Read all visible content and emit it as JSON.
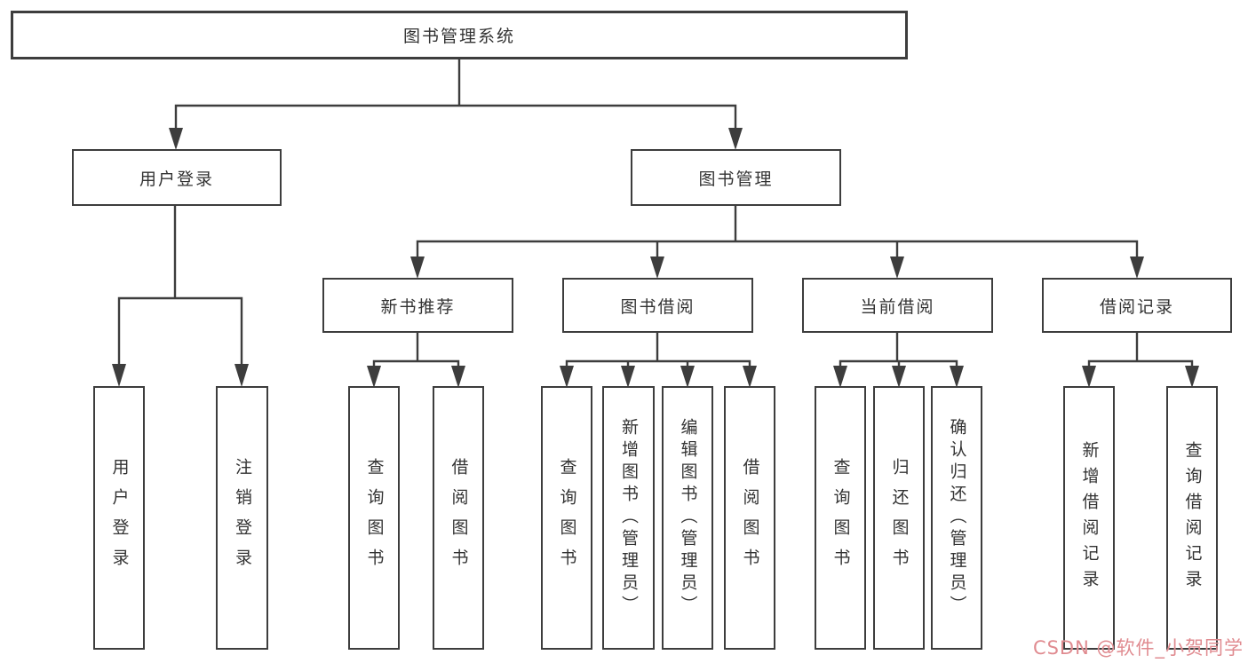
{
  "diagram": {
    "root": {
      "label": "图书管理系统"
    },
    "branches": [
      {
        "label": "用户登录",
        "children": [
          {
            "label": "用户登录"
          },
          {
            "label": "注销登录"
          }
        ]
      },
      {
        "label": "图书管理",
        "children": [
          {
            "label": "新书推荐",
            "children": [
              {
                "label": "查询图书"
              },
              {
                "label": "借阅图书"
              }
            ]
          },
          {
            "label": "图书借阅",
            "children": [
              {
                "label": "查询图书"
              },
              {
                "label": "新增图书（管理员）"
              },
              {
                "label": "编辑图书（管理员）"
              },
              {
                "label": "借阅图书"
              }
            ]
          },
          {
            "label": "当前借阅",
            "children": [
              {
                "label": "查询图书"
              },
              {
                "label": "归还图书"
              },
              {
                "label": "确认归还（管理员）"
              }
            ]
          },
          {
            "label": "借阅记录",
            "children": [
              {
                "label": "新增借阅记录"
              },
              {
                "label": "查询借阅记录"
              }
            ]
          }
        ]
      }
    ]
  },
  "watermark": {
    "text": "CSDN @软件_小贺同学",
    "color": "#e08b90"
  },
  "colors": {
    "line": "#3d3d3d",
    "box_border": "#3d3d3d",
    "text": "#333333",
    "background": "#ffffff"
  }
}
